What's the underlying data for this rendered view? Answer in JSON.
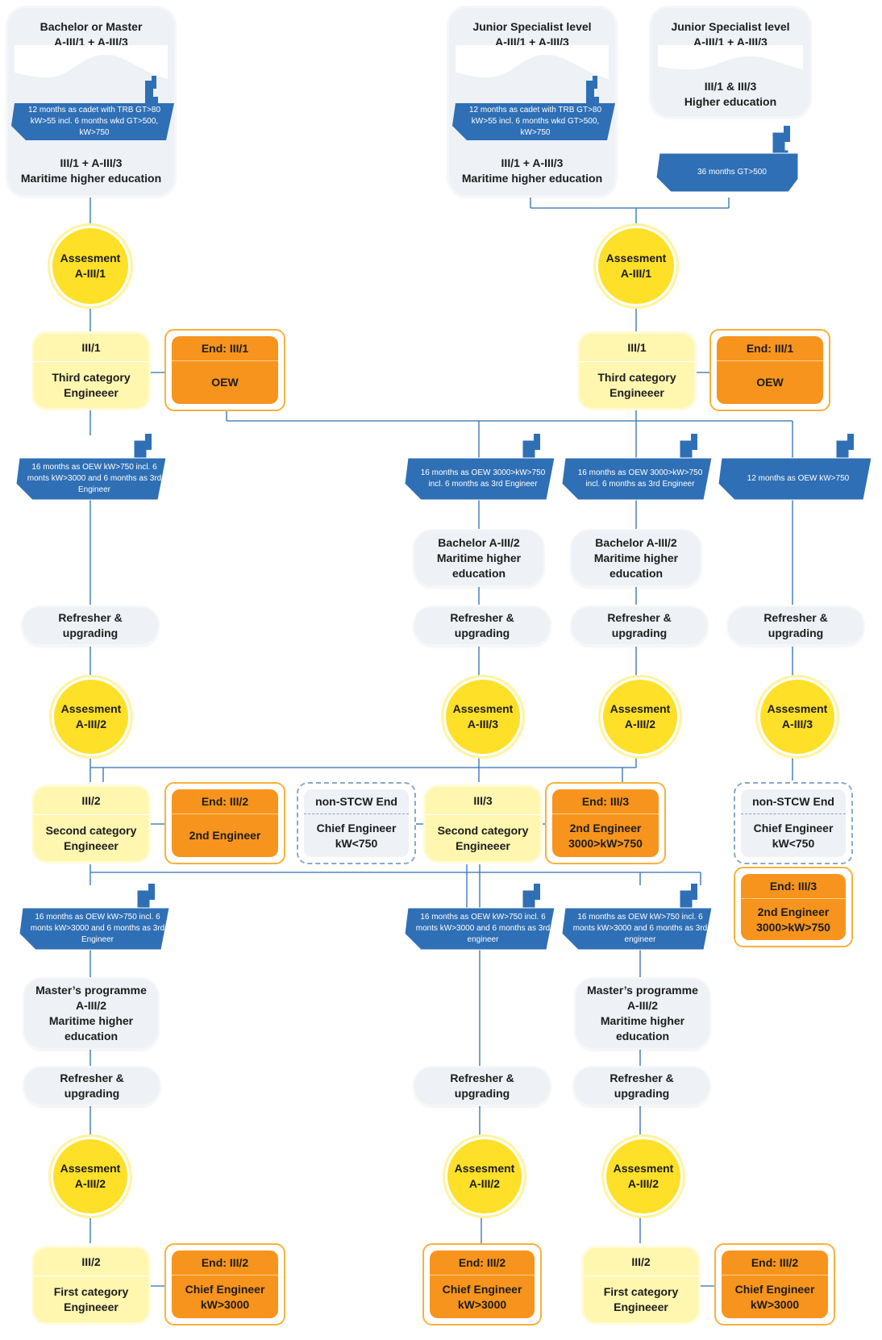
{
  "colors": {
    "line": "#2e6db4",
    "ship": "#2f6fb5",
    "yellow": "#fee028",
    "pale_yellow": "#fff6b0",
    "orange": "#f7941d",
    "card": "#eef1f5"
  },
  "top": {
    "card1": {
      "title": "Bachelor or Master",
      "sub": "A-III/1 + A-III/3",
      "ship": "12 months as cadet with TRB GT>80 kW>55 incl. 6 months wkd GT>500, kW>750",
      "foot1": "III/1 + A-III/3",
      "foot2": "Maritime higher education"
    },
    "card2": {
      "title": "Junior Specialist level",
      "sub": "A-III/1 + A-III/3",
      "ship": "12 months as cadet with TRB GT>80 kW>55 incl. 6 months wkd GT>500, kW>750",
      "foot1": "III/1 + A-III/3",
      "foot2": "Maritime higher education"
    },
    "card3": {
      "title": "Junior Specialist level",
      "sub": "A-III/1 + A-III/3",
      "foot1": "III/1 & III/3",
      "foot2": "Higher education"
    },
    "ship3": "36 months GT>500"
  },
  "assess": {
    "a1": "Assesment",
    "a1b": "A-III/1",
    "a2": "Assesment",
    "a2b": "A-III/1",
    "b1": "Assesment",
    "b1b": "A-III/2",
    "b2": "Assesment",
    "b2b": "A-III/3",
    "b3": "Assesment",
    "b3b": "A-III/2",
    "b4": "Assesment",
    "b4b": "A-III/3",
    "c1": "Assesment",
    "c1b": "A-III/2",
    "c2": "Assesment",
    "c2b": "A-III/2",
    "c3": "Assesment",
    "c3b": "A-III/2"
  },
  "row1": {
    "y1": {
      "hdr": "III/1",
      "body1": "Third category",
      "body2": "Engineeer"
    },
    "o1": {
      "hdr": "End: III/1",
      "body": "OEW"
    },
    "y2": {
      "hdr": "III/1",
      "body1": "Third category",
      "body2": "Engineeer"
    },
    "o2": {
      "hdr": "End: III/1",
      "body": "OEW"
    }
  },
  "ships2": {
    "s1": "16 months as OEW kW>750 incl. 6 monts kW>3000 and 6 months as 3rd Engineer",
    "s2": "16 months as OEW 3000>kW>750 incl. 6 months as 3rd Engineer",
    "s3": "16 months as OEW 3000>kW>750 incl. 6 months as 3rd Engineer",
    "s4": "12 months as OEW kW>750"
  },
  "bach": {
    "b1": [
      "Bachelor A-III/2",
      "Maritime higher",
      "education"
    ],
    "b2": [
      "Bachelor A-III/2",
      "Maritime higher",
      "education"
    ]
  },
  "refresh": {
    "l1": "Refresher &",
    "l2": "upgrading"
  },
  "row2": {
    "y1": {
      "hdr": "III/2",
      "body1": "Second category",
      "body2": "Engineeer"
    },
    "o1": {
      "hdr": "End: III/2",
      "body": "2nd Engineer"
    },
    "d1": {
      "hdr": "non-STCW End",
      "body1": "Chief Engineer",
      "body2": "kW<750"
    },
    "y2": {
      "hdr": "III/3",
      "body1": "Second category",
      "body2": "Engineeer"
    },
    "o2": {
      "hdr": "End: III/3",
      "body1": "2nd Engineer",
      "body2": "3000>kW>750"
    },
    "d2": {
      "hdr": "non-STCW End",
      "body1": "Chief Engineer",
      "body2": "kW<750"
    },
    "o3": {
      "hdr": "End: III/3",
      "body1": "2nd Engineer",
      "body2": "3000>kW>750"
    }
  },
  "ships3": {
    "s1": "16 months as OEW kW>750 incl. 6 monts kW>3000 and 6 months as 3rd Engineer",
    "s2": "16 months as OEW kW>750 incl. 6 monts kW>3000 and 6 months as 3rd engineer",
    "s3": "16 months as OEW kW>750 incl. 6 monts kW>3000 and 6 months as 3rd engineer"
  },
  "master": {
    "m1": [
      "Master’s programme",
      "A-III/2",
      "Maritime higher",
      "education"
    ],
    "m2": [
      "Master’s programme",
      "A-III/2",
      "Maritime higher",
      "education"
    ]
  },
  "row3": {
    "y1": {
      "hdr": "III/2",
      "body1": "First category",
      "body2": "Engineeer"
    },
    "o1": {
      "hdr": "End: III/2",
      "body1": "Chief Engineer",
      "body2": "kW>3000"
    },
    "o2": {
      "hdr": "End: III/2",
      "body1": "Chief Engineer",
      "body2": "kW>3000"
    },
    "y2": {
      "hdr": "III/2",
      "body1": "First category",
      "body2": "Engineeer"
    },
    "o3": {
      "hdr": "End: III/2",
      "body1": "Chief Engineer",
      "body2": "kW>3000"
    }
  }
}
